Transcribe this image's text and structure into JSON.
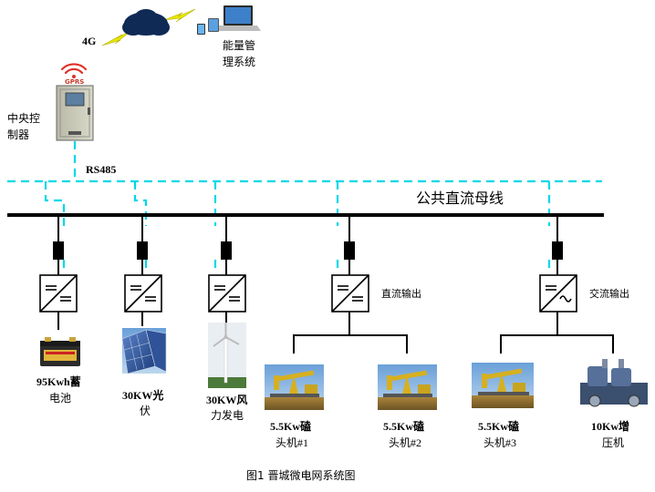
{
  "header": {
    "network_4g": "4G",
    "ems_line1": "能量管",
    "ems_line2": "理系统",
    "gprs": "GPRS",
    "controller_line1": "中央控",
    "controller_line2": "制器",
    "rs485": "RS485"
  },
  "bus": {
    "label": "公共直流母线"
  },
  "branches": {
    "dc_output": "直流输出",
    "ac_output": "交流输出"
  },
  "devices": {
    "battery_line1": "95Kwh蓄",
    "battery_line2": "电池",
    "pv_line1": "30KW光",
    "pv_line2": "伏",
    "wind_line1": "30KW风",
    "wind_line2": "力发电",
    "pump1_line1": "5.5Kw磕",
    "pump1_line2": "头机#1",
    "pump2_line1": "5.5Kw磕",
    "pump2_line2": "头机#2",
    "pump3_line1": "5.5Kw磕",
    "pump3_line2": "头机#3",
    "compressor_line1": "10Kw增",
    "compressor_line2": "压机"
  },
  "caption": "图1  晋城微电网系统图",
  "colors": {
    "comm_line": "#00d8e8",
    "power_line": "#000000",
    "lightning": "#e8e800",
    "gprs_wifi": "#e0302a",
    "cloud": "#0e2a55"
  }
}
